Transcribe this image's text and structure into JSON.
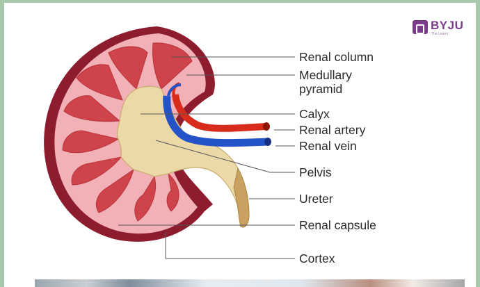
{
  "logo": {
    "text": "BYJU",
    "subtitle": "The Learni"
  },
  "labels": {
    "renal_column": "Renal column",
    "medullary_line1": "Medullary",
    "medullary_line2": "pyramid",
    "calyx": "Calyx",
    "renal_artery": "Renal artery",
    "renal_vein": "Renal vein",
    "pelvis": "Pelvis",
    "ureter": "Ureter",
    "renal_capsule": "Renal capsule",
    "cortex": "Cortex"
  },
  "colors": {
    "capsule": "#8c1c2e",
    "cortex": "#f1b1b6",
    "medulla": "#d0444c",
    "pelvis": "#ecd9a8",
    "artery": "#d72b1c",
    "vein": "#2452c7",
    "brand": "#7a3c8a"
  }
}
